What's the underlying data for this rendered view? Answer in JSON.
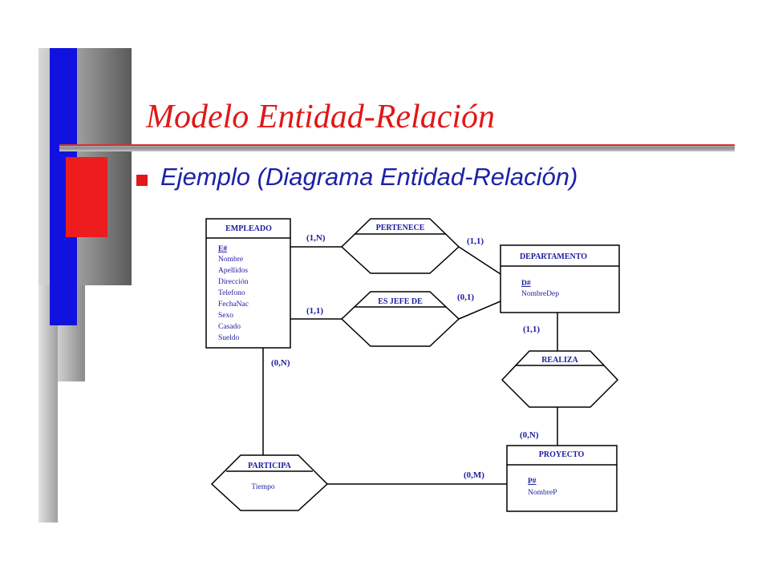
{
  "slide": {
    "title": "Modelo Entidad-Relación",
    "bullet": "Ejemplo (Diagrama Entidad-Relación)",
    "colors": {
      "title": "#e01818",
      "bullet_text": "#1c22a8",
      "bullet_marker": "#e01818",
      "diagram_text": "#1c1ca0"
    }
  },
  "diagram": {
    "entities": {
      "empleado": {
        "name": "EMPLEADO",
        "key": "E#",
        "attributes": [
          "Nombre",
          "Apellidos",
          "Dirección",
          "Telefono",
          "FechaNac",
          "Sexo",
          "Casado",
          "Sueldo"
        ]
      },
      "departamento": {
        "name": "DEPARTAMENTO",
        "key": "D#",
        "attributes": [
          "NombreDep"
        ]
      },
      "proyecto": {
        "name": "PROYECTO",
        "key": "P#",
        "attributes": [
          "NombreP"
        ]
      }
    },
    "relationships": {
      "pertenece": {
        "name": "PERTENECE"
      },
      "es_jefe_de": {
        "name": "ES JEFE DE"
      },
      "realiza": {
        "name": "REALIZA"
      },
      "participa": {
        "name": "PARTICIPA",
        "attribute": "Tiempo"
      }
    },
    "cardinalities": {
      "empleado_pertenece": "(1,N)",
      "pertenece_departamento": "(1,1)",
      "empleado_jefe": "(1,1)",
      "jefe_departamento": "(0,1)",
      "departamento_realiza": "(1,1)",
      "realiza_proyecto": "(0,N)",
      "empleado_participa": "(0,N)",
      "participa_proyecto": "(0,M)"
    }
  }
}
